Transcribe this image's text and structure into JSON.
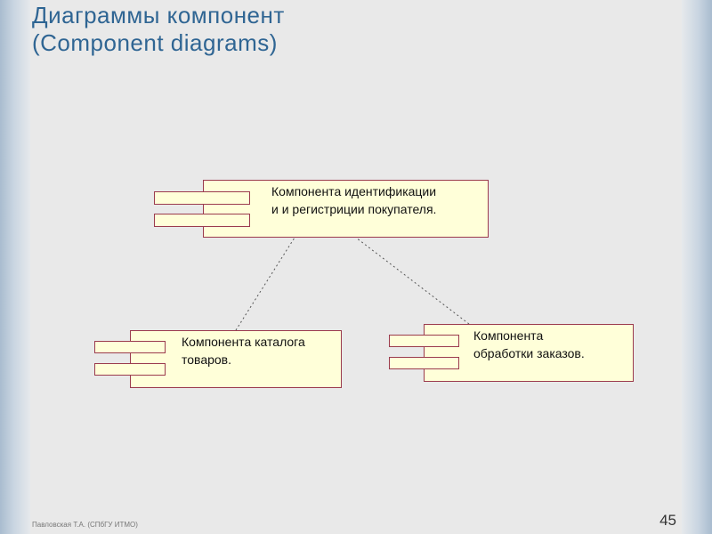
{
  "slide": {
    "title_line1": "Диаграммы компонент",
    "title_line2": "(Component diagrams)",
    "footer": "Павловская Т.А. (СПбГУ ИТМО)",
    "page_number": "45"
  },
  "diagram": {
    "components": [
      {
        "id": "identification",
        "label_lines": [
          "Компонента идентификации",
          "и и регистриции покупателя."
        ]
      },
      {
        "id": "catalog",
        "label_lines": [
          "Компонента каталога",
          "товаров."
        ]
      },
      {
        "id": "orders",
        "label_lines": [
          "Компонента",
          "обработки заказов."
        ]
      }
    ],
    "dependencies": [
      {
        "from": "catalog",
        "to": "identification",
        "style": "dashed"
      },
      {
        "from": "orders",
        "to": "identification",
        "style": "dashed"
      }
    ]
  },
  "colors": {
    "title": "#2f6593",
    "component_fill": "#ffffd9",
    "component_border": "#9b3b4e",
    "dependency_line": "#555555"
  }
}
